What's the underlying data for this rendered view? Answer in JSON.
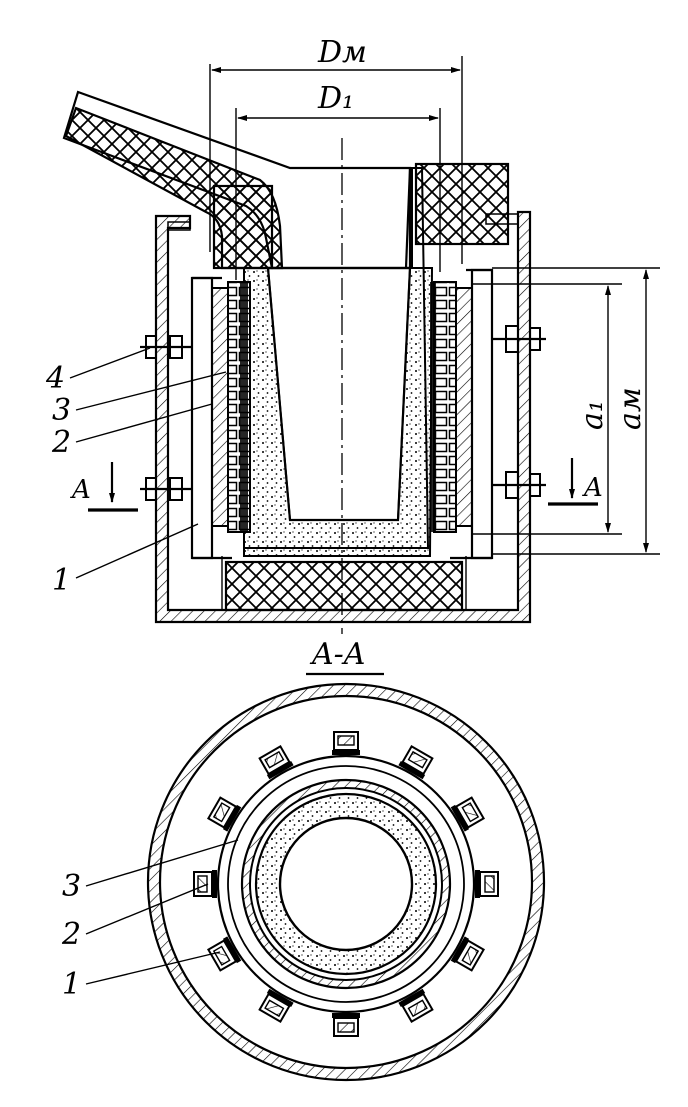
{
  "labels": {
    "dm": "Dм",
    "d1": "D₁",
    "a1": "a₁",
    "am": "aм",
    "section_a_left": "A",
    "section_a_right": "A",
    "section_title": "A-A",
    "n4": "4",
    "n3": "3",
    "n2": "2",
    "n1": "1",
    "b3": "3",
    "b2": "2",
    "b1": "1"
  }
}
